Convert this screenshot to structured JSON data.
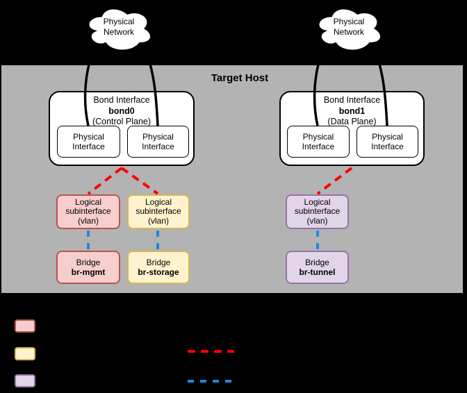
{
  "host": {
    "title": "Target Host"
  },
  "clouds": {
    "left": {
      "label": "Physical\nNetwork"
    },
    "right": {
      "label": "Physical\nNetwork"
    }
  },
  "bond0": {
    "title": "Bond Interface",
    "name": "bond0",
    "plane": "(Control Plane)",
    "phys1": "Physical\nInterface",
    "phys2": "Physical\nInterface"
  },
  "bond1": {
    "title": "Bond Interface",
    "name": "bond1",
    "plane": "(Data Plane)",
    "phys1": "Physical\nInterface",
    "phys2": "Physical\nInterface"
  },
  "vlans": {
    "mgmt": "Logical\nsubinterface\n(vlan)",
    "storage": "Logical\nsubinterface\n(vlan)",
    "tunnel": "Logical\nsubinterface\n(vlan)"
  },
  "bridges": {
    "mgmt": {
      "title": "Bridge",
      "name": "br-mgmt"
    },
    "storage": {
      "title": "Bridge",
      "name": "br-storage"
    },
    "tunnel": {
      "title": "Bridge",
      "name": "br-tunnel"
    }
  },
  "colors": {
    "background": "#000000",
    "host_panel": "#b3b3b3",
    "mgmt_fill": "#f8cecc",
    "mgmt_stroke": "#b85450",
    "storage_fill": "#fff2cc",
    "storage_stroke": "#d6b656",
    "tunnel_fill": "#e1d5e7",
    "tunnel_stroke": "#9673a6",
    "vlan_link_dash": "#ff0000",
    "bridge_link_dash": "#1e87e6"
  }
}
